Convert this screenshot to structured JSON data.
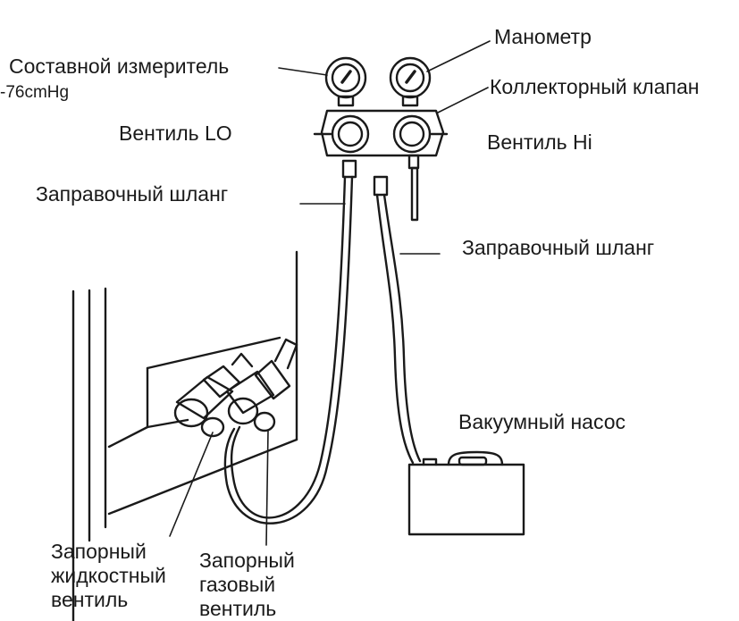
{
  "diagram": {
    "labels": {
      "compound_gauge": "Составной измеритель",
      "compound_gauge_value": "-76cmHg",
      "pressure_gauge": "Манометр",
      "manifold_valve": "Коллекторный клапан",
      "valve_lo": "Вентиль  LO",
      "valve_hi": "Вентиль Hi",
      "charging_hose_left": "Заправочный шланг",
      "charging_hose_right": "Заправочный шланг",
      "vacuum_pump": "Вакуумный насос",
      "liquid_stop_valve": [
        "Запорный",
        "жидкостный",
        "вентиль"
      ],
      "gas_stop_valve": [
        "Запорный",
        "газовый",
        "вентиль"
      ]
    },
    "colors": {
      "ink": "#1a1a1a",
      "background": "#ffffff"
    }
  }
}
